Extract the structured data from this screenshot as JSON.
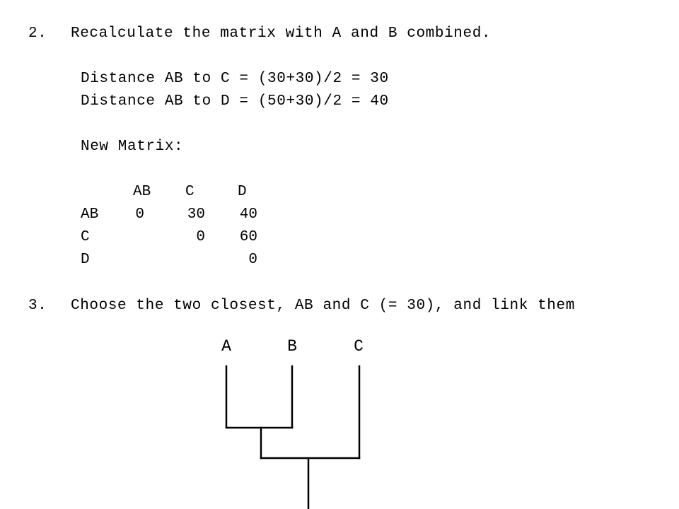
{
  "step2": {
    "number": "2.",
    "text": "Recalculate the matrix with A and B combined."
  },
  "distances": [
    "Distance AB to C = (30+30)/2 = 30",
    "Distance AB to D = (50+30)/2 = 40"
  ],
  "matrix": {
    "title": "New Matrix:",
    "col_headers": [
      "AB",
      "C",
      "D"
    ],
    "rows": [
      {
        "label": "AB",
        "cells": [
          "0",
          "30",
          "40"
        ]
      },
      {
        "label": "C",
        "cells": [
          "",
          "0",
          "60"
        ]
      },
      {
        "label": "D",
        "cells": [
          "",
          "",
          "0"
        ]
      }
    ]
  },
  "step3": {
    "number": "3.",
    "text": "Choose the two closest, AB and C (= 30), and link them"
  },
  "dendrogram": {
    "leaves": [
      "A",
      "B",
      "C"
    ],
    "merges": [
      {
        "join": [
          "A",
          "B"
        ]
      },
      {
        "join": [
          "AB",
          "C"
        ]
      }
    ]
  }
}
